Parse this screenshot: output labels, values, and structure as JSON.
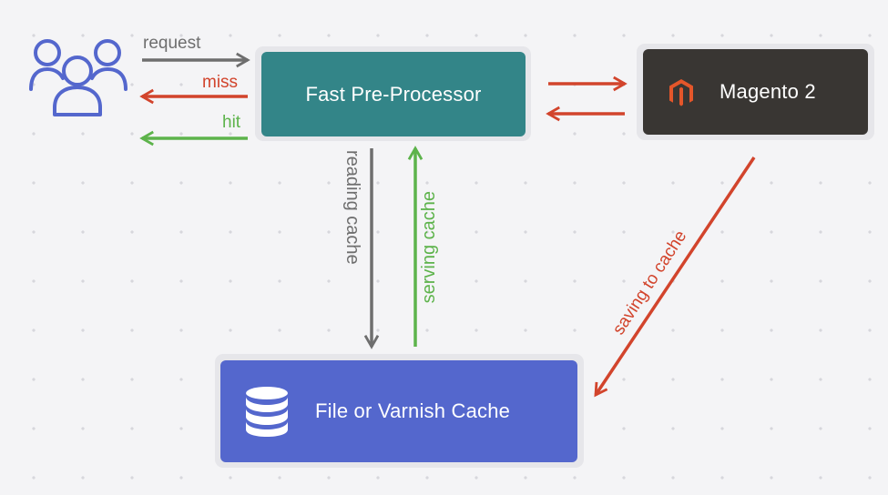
{
  "diagram": {
    "nodes": {
      "pre_processor": {
        "label": "Fast Pre-Processor",
        "color": "#338588"
      },
      "magento": {
        "label": "Magento 2",
        "color": "#393633",
        "icon": "magento-logo-icon",
        "icon_color": "#e4562a"
      },
      "cache": {
        "label": "File or Varnish Cache",
        "color": "#5467cd",
        "icon": "database-icon"
      },
      "users": {
        "icon": "users-group-icon",
        "color": "#5467cd"
      }
    },
    "edges": {
      "request": {
        "label": "request",
        "color": "#6e6e6e"
      },
      "miss": {
        "label": "miss",
        "color": "#d2442c"
      },
      "hit": {
        "label": "hit",
        "color": "#5db34b"
      },
      "reading_cache": {
        "label": "reading cache",
        "color": "#6e6e6e"
      },
      "serving_cache": {
        "label": "serving cache",
        "color": "#5db34b"
      },
      "saving_to_cache": {
        "label": "saving to cache",
        "color": "#d2442c"
      },
      "to_magento": {
        "label": "",
        "color": "#d2442c"
      },
      "from_magento": {
        "label": "",
        "color": "#d2442c"
      }
    }
  }
}
